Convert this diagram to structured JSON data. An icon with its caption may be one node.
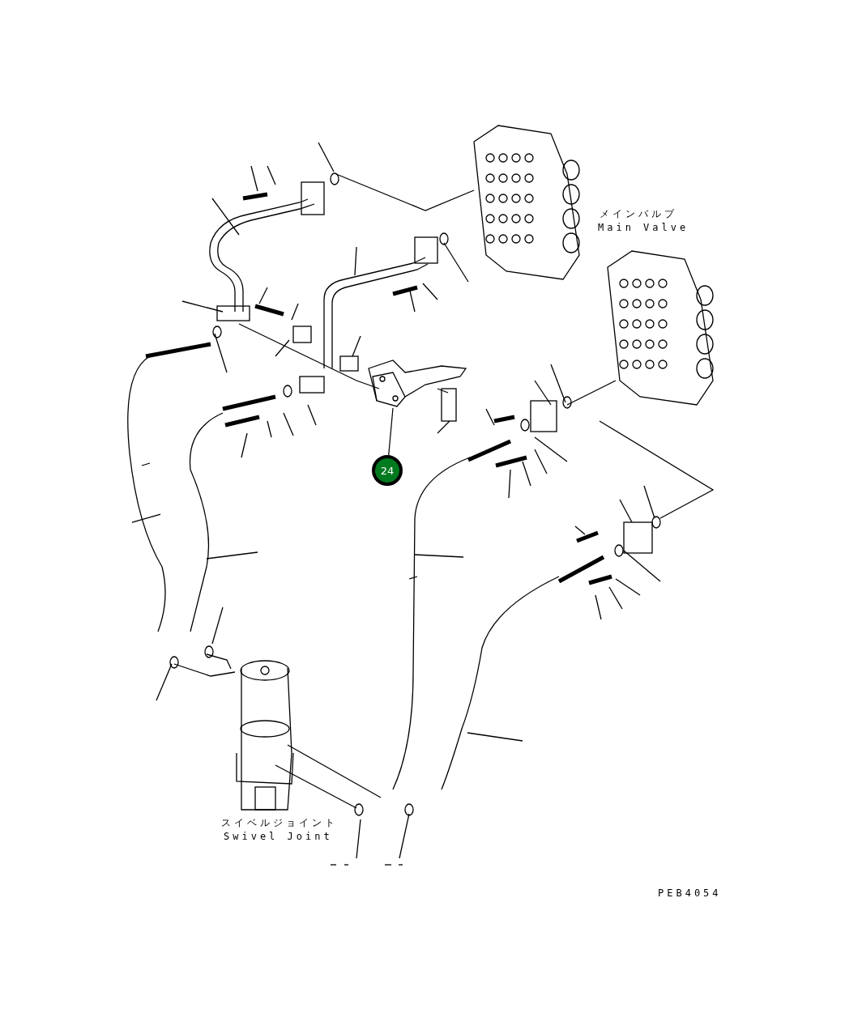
{
  "diagram": {
    "nodes": [
      {
        "text": [
          "24"
        ]
      },
      {
        "text": [],
        "shape": "picture"
      }
    ],
    "edges": [
      {
        "from": 0,
        "to": 1,
        "arrow": "none"
      }
    ],
    "labels": [
      "メインバルブ",
      "Main Valve",
      "スイベルジョイント",
      "Swivel Joint",
      "PEB4054"
    ]
  }
}
